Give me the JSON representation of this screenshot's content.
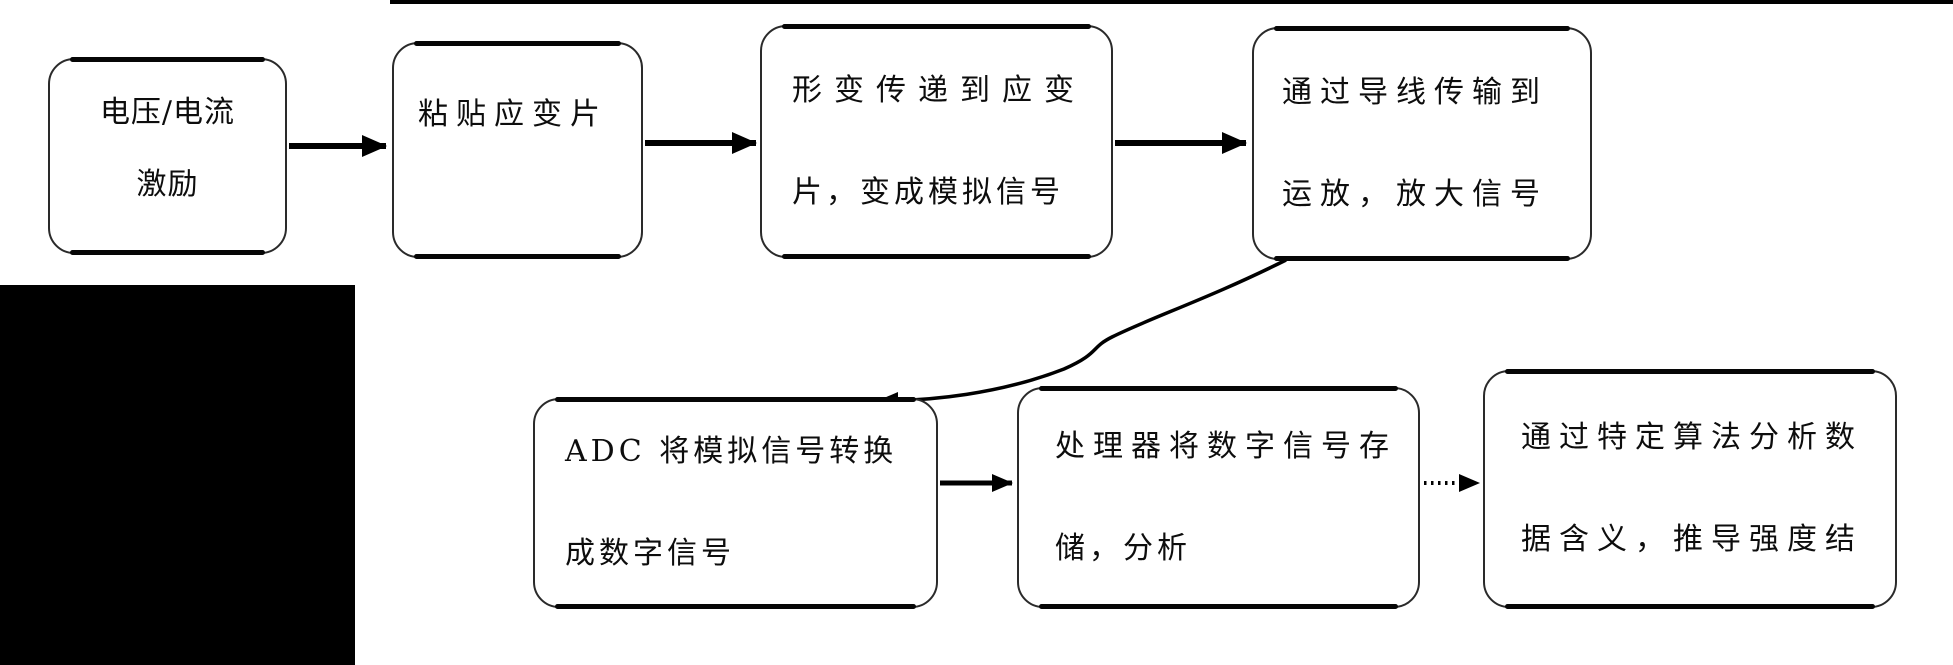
{
  "page": {
    "background_color": "#ffffff",
    "ink_color": "#000000",
    "kind": "scanned flowchart"
  },
  "flowchart": {
    "type": "flowchart",
    "boxes": [
      {
        "name": "excitation",
        "lines": [
          "电压/电流",
          "激励"
        ]
      },
      {
        "name": "attach-strain-gauge",
        "lines": [
          "粘贴应变片"
        ]
      },
      {
        "name": "deformation-to-gauge",
        "lines": [
          "形变传递到应变",
          "片，变成模拟信号"
        ]
      },
      {
        "name": "wire-to-opamp",
        "lines": [
          "通过导线传输到",
          "运放，放大信号"
        ]
      },
      {
        "name": "adc-conversion",
        "lines": [
          "ADC 将模拟信号转换",
          "成数字信号"
        ]
      },
      {
        "name": "processor-storage",
        "lines": [
          "处理器将数字信号存",
          "储，分析"
        ]
      },
      {
        "name": "algorithm-analysis",
        "lines": [
          "通过特定算法分析数",
          "据含义，推导强度结"
        ]
      }
    ],
    "connectors": [
      {
        "from": "excitation",
        "to": "attach-strain-gauge",
        "style": "solid-arrow"
      },
      {
        "from": "attach-strain-gauge",
        "to": "deformation-to-gauge",
        "style": "solid-arrow"
      },
      {
        "from": "deformation-to-gauge",
        "to": "wire-to-opamp",
        "style": "solid-arrow"
      },
      {
        "from": "wire-to-opamp",
        "to": "adc-conversion",
        "style": "curved-s-arrow"
      },
      {
        "from": "adc-conversion",
        "to": "processor-storage",
        "style": "solid-arrow"
      },
      {
        "from": "processor-storage",
        "to": "algorithm-analysis",
        "style": "dotted-arrow"
      }
    ],
    "artifacts": [
      {
        "name": "top-rule",
        "description": "thin black horizontal line along top edge"
      },
      {
        "name": "black-rectangle",
        "description": "solid black redacted block at lower left"
      }
    ]
  }
}
